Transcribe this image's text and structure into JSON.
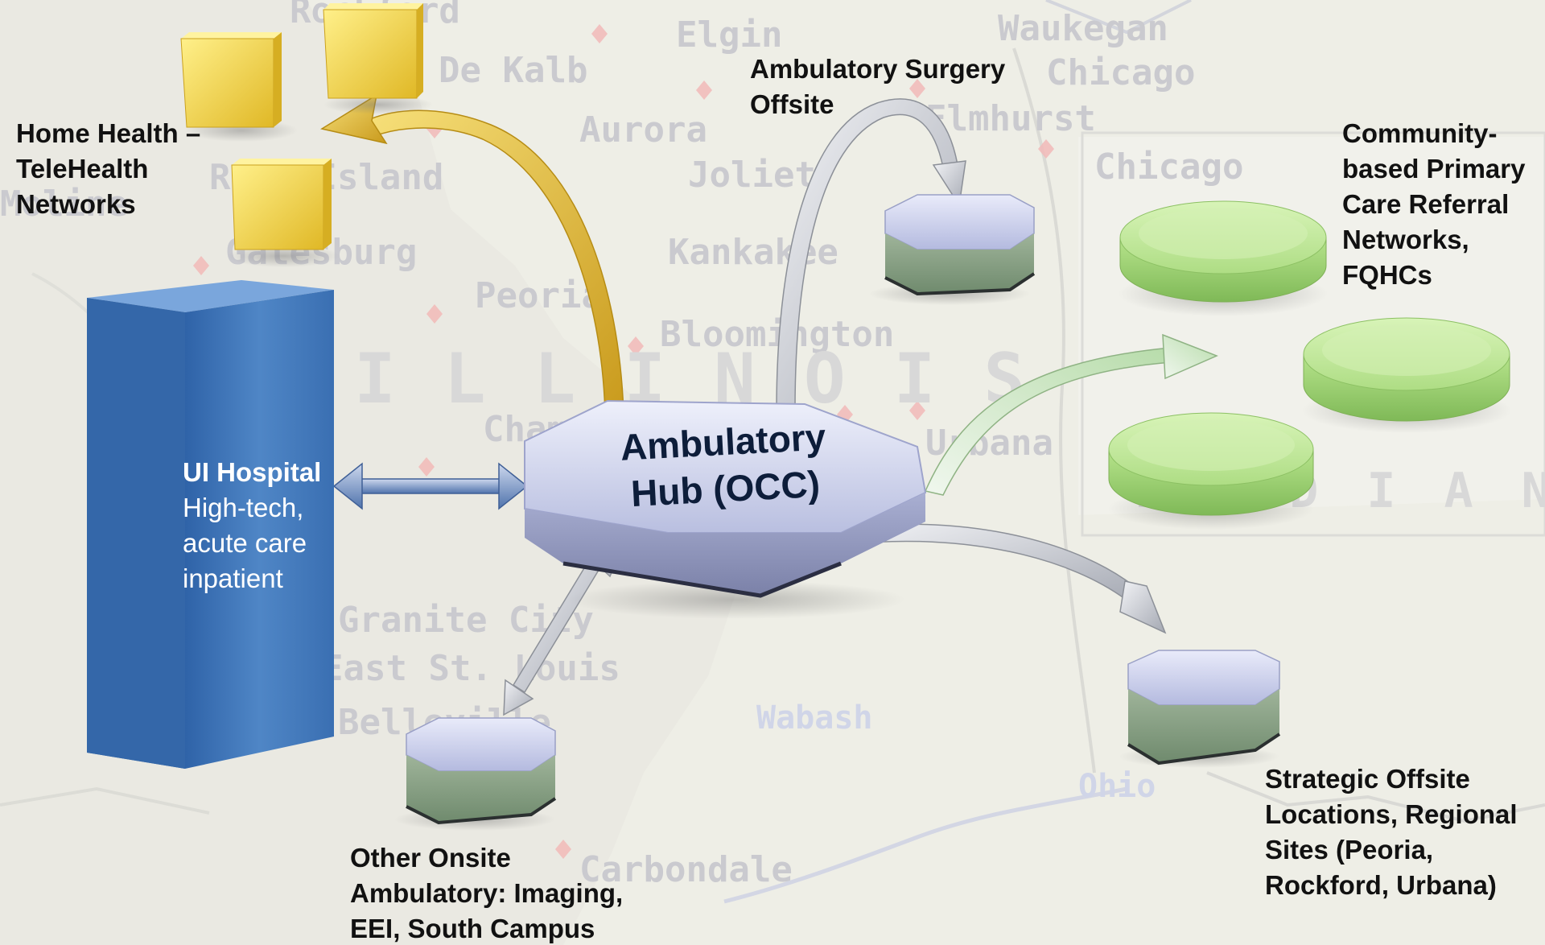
{
  "hub": {
    "lines": [
      "Ambulatory",
      "Hub (OCC)"
    ]
  },
  "hospital": {
    "title": "UI Hospital",
    "lines": [
      "High-tech,",
      "acute care",
      "inpatient"
    ]
  },
  "labels": {
    "home_health": [
      "Home Health –",
      "TeleHealth",
      "Networks"
    ],
    "surgery": [
      "Ambulatory Surgery",
      "Offsite"
    ],
    "community": [
      "Community-",
      "based Primary",
      "Care Referral",
      "Networks,",
      "FQHCs"
    ],
    "strategic": [
      "Strategic Offsite",
      "Locations, Regional",
      "Sites (Peoria,",
      "Rockford, Urbana)"
    ],
    "onsite": [
      "Other Onsite",
      "Ambulatory: Imaging,",
      "EEI, South Campus"
    ]
  },
  "map_labels": [
    "Rockford",
    "Elgin",
    "Waukegan",
    "De Kalb",
    "Chicago",
    "Aurora",
    "Elmhurst",
    "Rock Island",
    "Joliet",
    "Chicago",
    "Moline",
    "Galesburg",
    "Kankakee",
    "Peoria",
    "Bloomington",
    "ILLINOIS",
    "Champaign",
    "Urbana",
    "INDIANA",
    "Granite City",
    "East St. Louis",
    "Belleville",
    "Wabash",
    "Ohio",
    "Carbondale"
  ],
  "colors": {
    "hub": "#c3c8e8",
    "hospital": "#4a7fbf",
    "cube": "#f2d44a",
    "disk": "#a9d97a",
    "site_top": "#c6cbe6",
    "site_body": "#8aa287",
    "arrow_gold": "#e0b92e",
    "arrow_silver": "#b8bcc4",
    "arrow_green": "#cde8c4",
    "arrow_blue": "#5b7fb6"
  },
  "icons": [
    "cube-icon",
    "disk-icon",
    "octagon-site-icon",
    "hospital-block-icon",
    "hub-octagon-icon"
  ]
}
